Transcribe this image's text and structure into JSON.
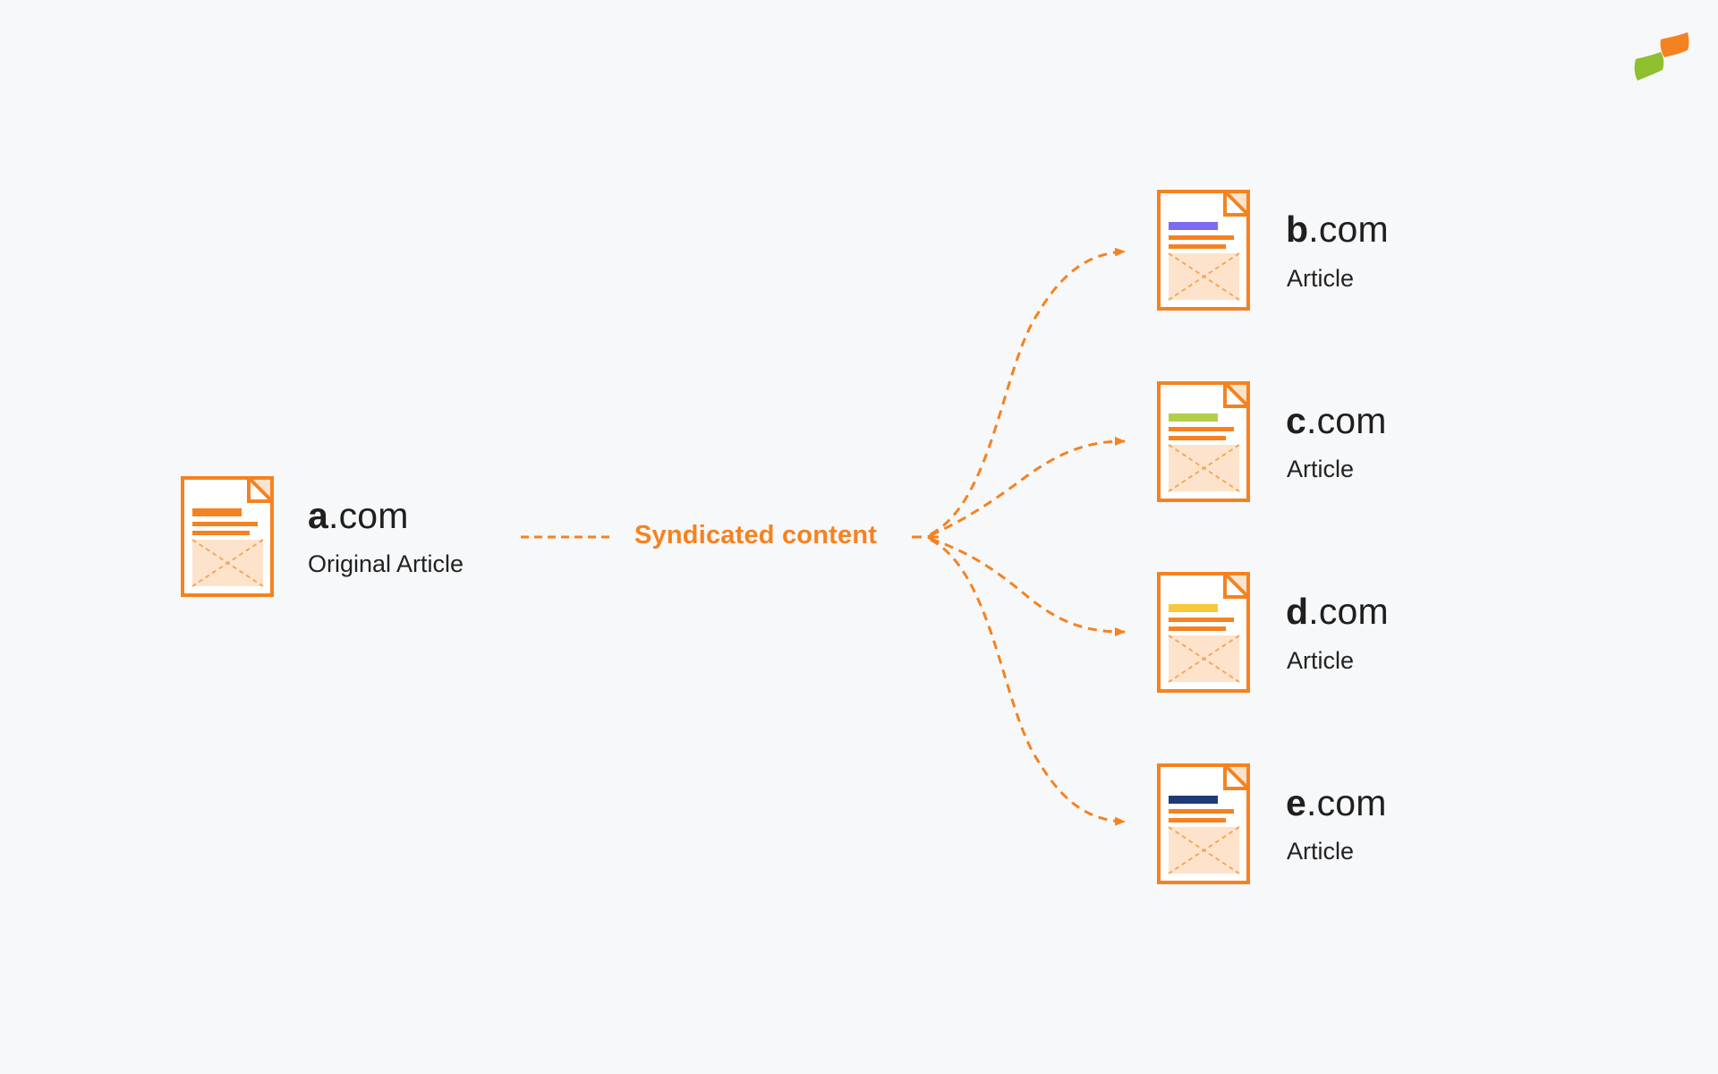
{
  "colors": {
    "background": "#f7f8fa",
    "accent_orange": "#f58220",
    "doc_fill": "#ffffff",
    "doc_image_fill": "#fde3cc",
    "doc_image_cross": "#f5a85a",
    "text_dark": "#1f1f1f"
  },
  "logo": {
    "icon": "brand-logo-icon",
    "colors": [
      "#f58220",
      "#8dbf2e"
    ]
  },
  "source": {
    "initial": "a",
    "tld": ".com",
    "subtitle": "Original Article",
    "header_bar_color": "#f58220",
    "icon": "document-icon"
  },
  "connector": {
    "label": "Syndicated content",
    "icon": "dashed-arrow-icon"
  },
  "targets": [
    {
      "initial": "b",
      "tld": ".com",
      "subtitle": "Article",
      "header_bar_color": "#7b6cf0",
      "icon": "document-icon"
    },
    {
      "initial": "c",
      "tld": ".com",
      "subtitle": "Article",
      "header_bar_color": "#b3cf4a",
      "icon": "document-icon"
    },
    {
      "initial": "d",
      "tld": ".com",
      "subtitle": "Article",
      "header_bar_color": "#f7c83a",
      "icon": "document-icon"
    },
    {
      "initial": "e",
      "tld": ".com",
      "subtitle": "Article",
      "header_bar_color": "#1f3a78",
      "icon": "document-icon"
    }
  ]
}
